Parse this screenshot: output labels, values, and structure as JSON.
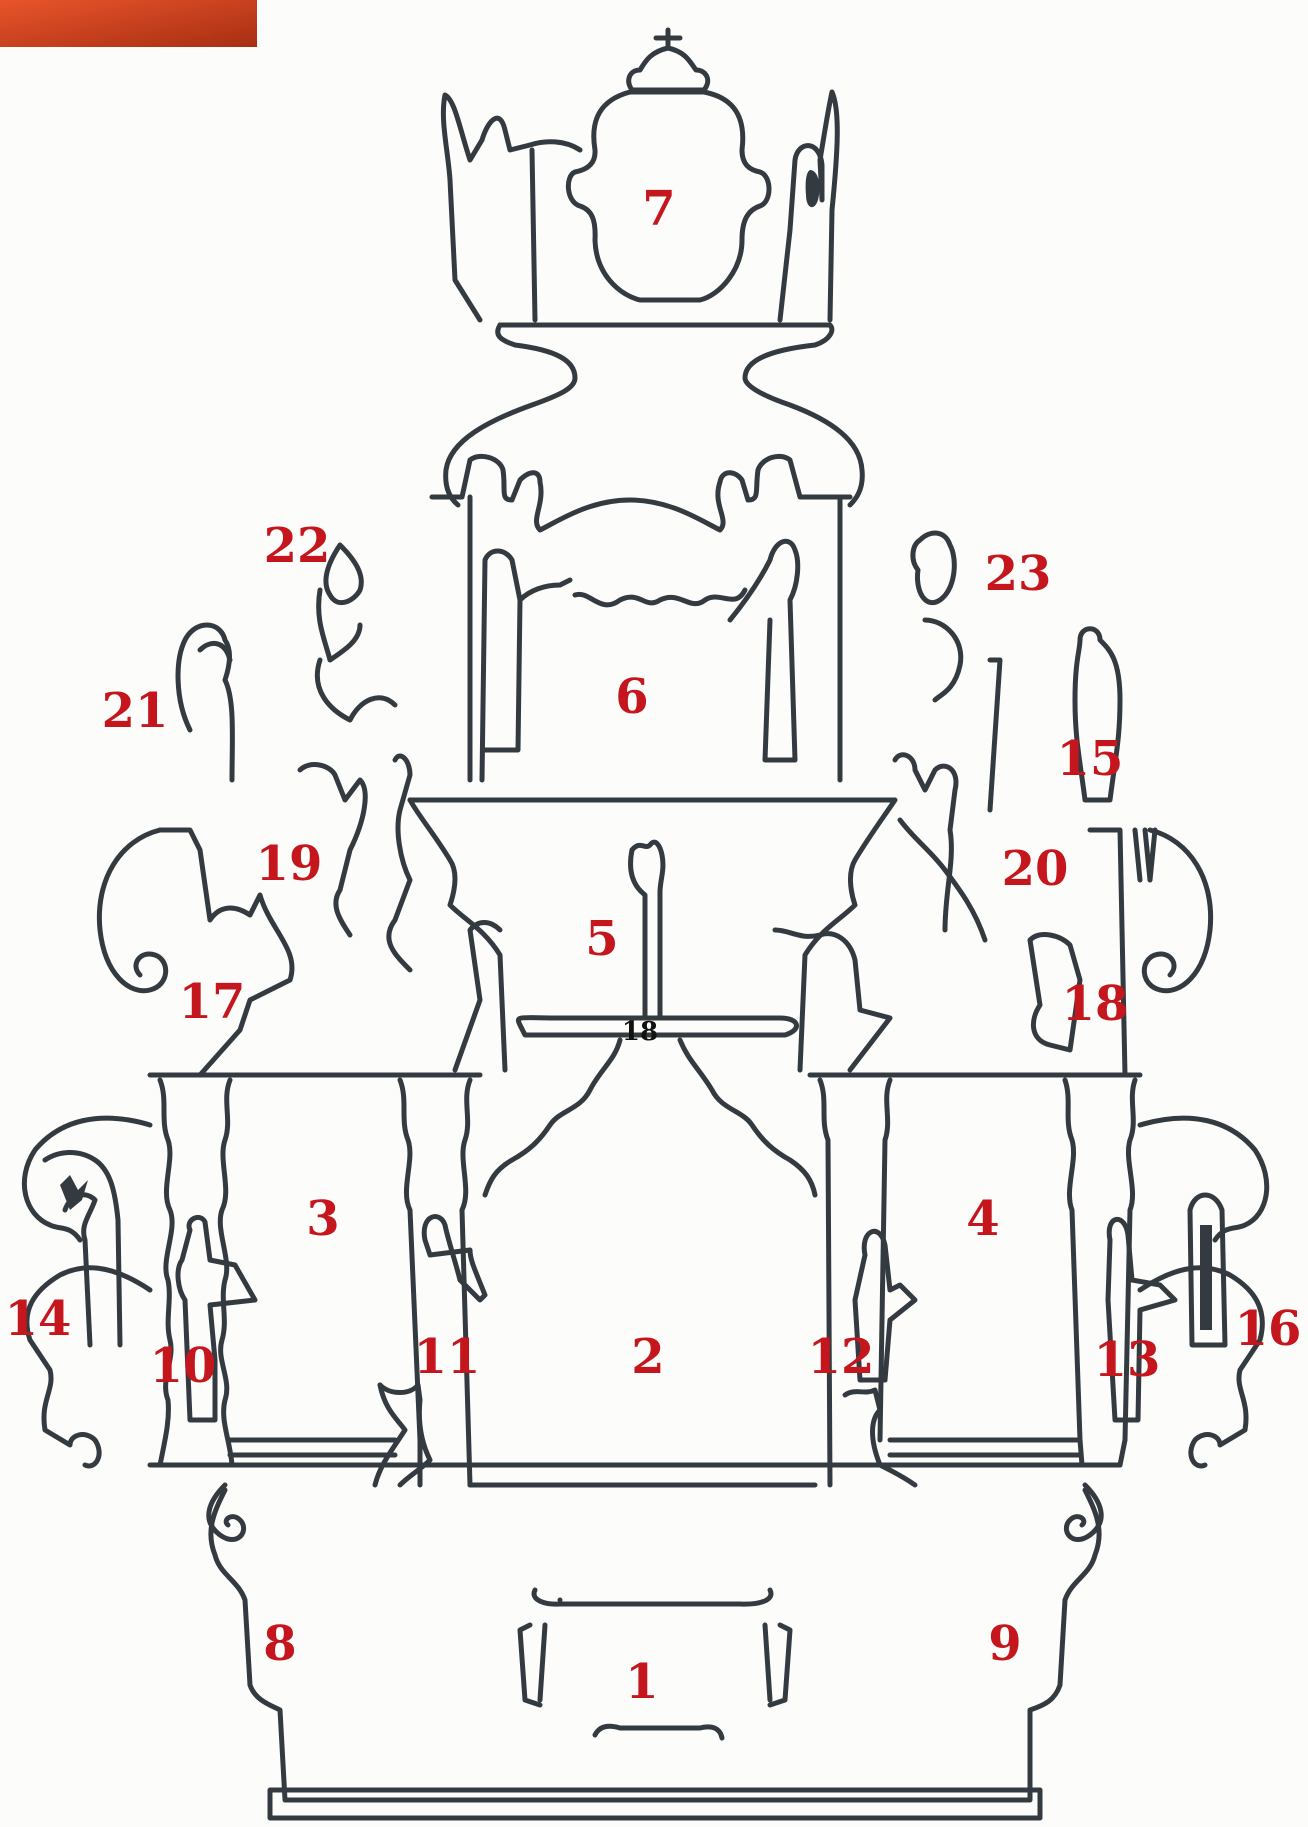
{
  "label_color": "#c4161c",
  "small_label_color": "#111111",
  "ink_color": "#343b40",
  "corner_colors": [
    "#e8552b",
    "#a82e12"
  ],
  "labels": {
    "n1": "1",
    "n2": "2",
    "n3": "3",
    "n4": "4",
    "n5": "5",
    "n6": "6",
    "n7": "7",
    "n8": "8",
    "n9": "9",
    "n10": "10",
    "n11": "11",
    "n12": "12",
    "n13": "13",
    "n14": "14",
    "n15": "15",
    "n16": "16",
    "n17": "17",
    "n18": "18",
    "n18b": "18",
    "n19": "19",
    "n20": "20",
    "n21": "21",
    "n22": "22",
    "n23": "23"
  }
}
